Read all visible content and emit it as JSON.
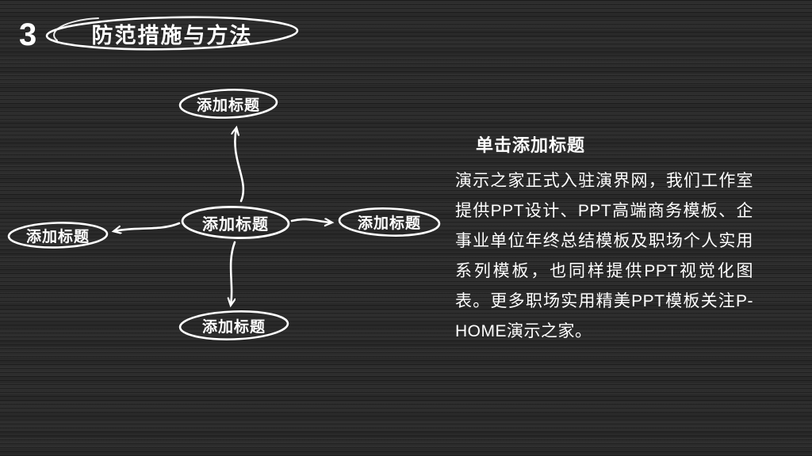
{
  "slide": {
    "number": "3",
    "title": "防范措施与方法"
  },
  "diagram": {
    "center_label": "添加标题",
    "top_label": "添加标题",
    "left_label": "添加标题",
    "right_label": "添加标题",
    "bottom_label": "添加标题"
  },
  "content": {
    "heading": "单击添加标题",
    "body": "演示之家正式入驻演界网，我们工作室提供PPT设计、PPT高端商务模板、企事业单位年终总结模板及职场个人实用系列模板，也同样提供PPT视觉化图表。更多职场实用精美PPT模板关注P-HOME演示之家。"
  },
  "colors": {
    "background": "#2d2d2d",
    "stroke": "#ffffff",
    "text": "#ffffff"
  }
}
